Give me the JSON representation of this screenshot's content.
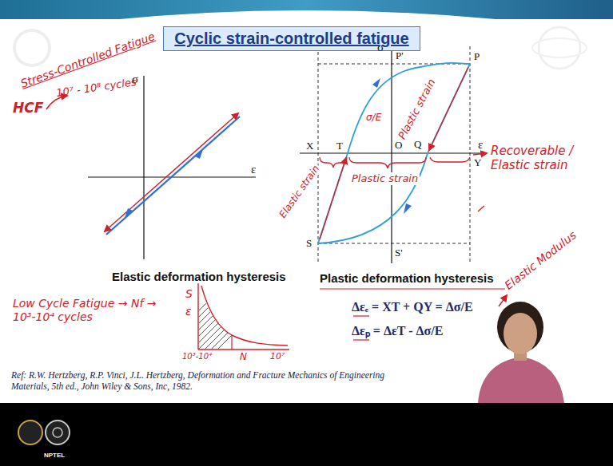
{
  "diagram": {
    "title": "Cyclic strain-controlled fatigue",
    "labels": [
      "Stress-Controlled Fatigue",
      "HCF",
      "10⁷ - 10⁸ cycles",
      "σ",
      "ε",
      "Elastic deformation hysteresis",
      "Low Cycle Fatigue → Nf → 10³-10⁴ cycles",
      "S",
      "ε",
      "10³-10⁴",
      "N",
      "10⁷",
      "σ",
      "P'",
      "P",
      "X",
      "T",
      "O",
      "Q",
      "Y",
      "ε",
      "S",
      "S'",
      "σ/E",
      "Plastic strain",
      "Elastic strain",
      "Plastic strain",
      "Recoverable / Elastic strain",
      "Plastic deformation hysteresis",
      "Δεₑ = XT + QY = Δσ/E",
      "Elastic Modulus",
      "Δεₚ = ΔεT - Δσ/E",
      "Ref: R.W. Hertzberg, R.P. Vinci, J.L. Hertzberg, Deformation and Fracture Mechanics of Engineering Materials, 5th ed., John Wiley & Sons, Inc, 1982.",
      "NPTEL"
    ]
  }
}
